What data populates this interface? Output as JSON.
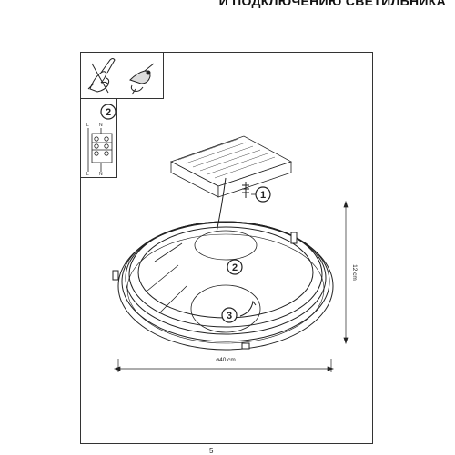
{
  "header": {
    "title": "И ПОДКЛЮЧЕНИЮ СВЕТИЛЬНИКА"
  },
  "colors": {
    "logo_accent": "#8dc63f",
    "line": "#222222"
  },
  "icons": {
    "glove_hand": "hand-glove-icon",
    "screwdriver": "screwdriver-icon",
    "terminal_block": "terminal-block-icon"
  },
  "wiring": {
    "step": "2",
    "top_labels": [
      "L",
      "N"
    ],
    "bottom_labels": [
      "L",
      "N"
    ]
  },
  "steps": {
    "step1": "1",
    "step2": "2",
    "step3": "3"
  },
  "dimensions": {
    "height": "12 cm",
    "diameter": "ø40 cm"
  },
  "footer": {
    "code": "5"
  }
}
